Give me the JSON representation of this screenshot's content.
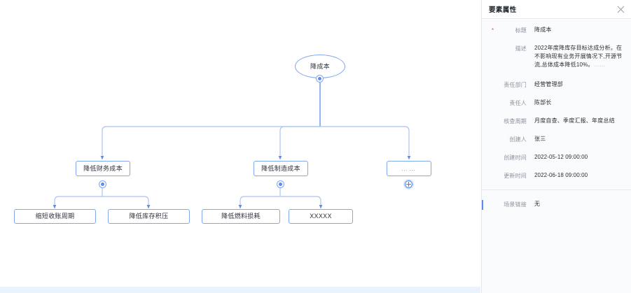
{
  "canvas": {
    "nodes": [
      {
        "id": "root",
        "label": "降成本",
        "shape": "ellipse",
        "toggle": "collapse"
      },
      {
        "id": "n1",
        "label": "降低财务成本",
        "shape": "rect",
        "toggle": "collapse"
      },
      {
        "id": "n2",
        "label": "降低制造成本",
        "shape": "rect",
        "toggle": "collapse"
      },
      {
        "id": "n3",
        "label": "……",
        "shape": "rect",
        "toggle": "expand"
      },
      {
        "id": "n1a",
        "label": "缩短收账周期",
        "shape": "rect",
        "toggle": "none"
      },
      {
        "id": "n1b",
        "label": "降低库存积压",
        "shape": "rect",
        "toggle": "none"
      },
      {
        "id": "n2a",
        "label": "降低燃料损耗",
        "shape": "rect",
        "toggle": "none"
      },
      {
        "id": "n2b",
        "label": "XXXXX",
        "shape": "rect",
        "toggle": "none"
      }
    ],
    "edge_color": "#7fa6f0",
    "node_border_color": "#7fa6f0",
    "bottom_strip_color": "#eaf2fc"
  },
  "panel": {
    "title": "要素属性",
    "close_icon": "close-icon",
    "fields": [
      {
        "label": "标题",
        "value": "降成本",
        "required": true
      },
      {
        "label": "描述",
        "value": "2022年度降库存目标达成分析。在不影响现有业务开展情况下,开源节流,总体成本降低10%。",
        "suffix": "……",
        "required": false
      },
      {
        "label": "责任部门",
        "value": "经营管理部",
        "required": false
      },
      {
        "label": "责任人",
        "value": "陈部长",
        "required": false
      },
      {
        "label": "核查周期",
        "value": "月度自查、季度汇报、年度总结",
        "required": false
      },
      {
        "label": "创建人",
        "value": "张三",
        "required": false
      },
      {
        "label": "创建时间",
        "value": "2022-05-12 09:00:00",
        "required": false
      },
      {
        "label": "更新时间",
        "value": "2022-06-18 09:00:00",
        "required": false
      }
    ],
    "link_field": {
      "label": "场景链接",
      "value": "无"
    },
    "accent_color": "#5b8def"
  }
}
